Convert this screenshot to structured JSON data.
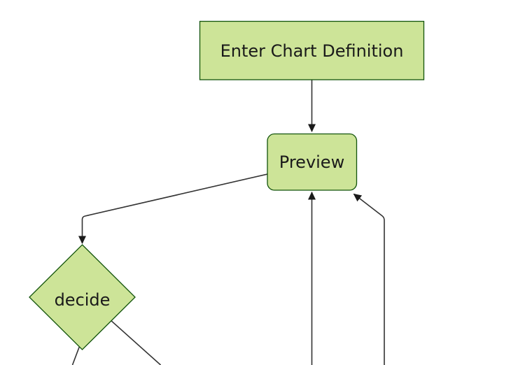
{
  "colors": {
    "background": "#ffffff",
    "node-fill": "#cde498",
    "node-border": "#13540c",
    "edge-stroke": "#333333",
    "arrow-fill": "#1a1a1a",
    "label": "#1a1a1a"
  },
  "diagram": {
    "type": "flowchart",
    "nodes": [
      {
        "id": "enter-chart-definition",
        "label": "Enter Chart Definition",
        "shape": "rectangle"
      },
      {
        "id": "preview",
        "label": "Preview",
        "shape": "rounded-rectangle"
      },
      {
        "id": "decide",
        "label": "decide",
        "shape": "diamond"
      }
    ],
    "edges": [
      {
        "from": "Enter Chart Definition",
        "to": "Preview",
        "arrowhead": true
      },
      {
        "from": "Preview",
        "to": "decide",
        "arrowhead": true
      },
      {
        "from": "(offscreen below)",
        "to": "Preview",
        "arrowhead": true
      },
      {
        "from": "(offscreen below-right)",
        "to": "Preview",
        "arrowhead": true
      },
      {
        "from": "decide",
        "to": "(offscreen below-left)",
        "arrowhead": false
      },
      {
        "from": "decide",
        "to": "(offscreen below-right)",
        "arrowhead": false
      }
    ]
  }
}
